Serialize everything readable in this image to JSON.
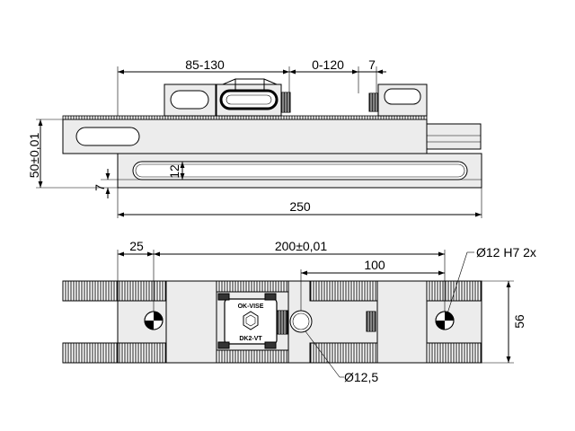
{
  "colors": {
    "line": "#000000",
    "body_fill": "#ececec",
    "jaw_fill": "#f4f4f4",
    "background": "#ffffff"
  },
  "side_view": {
    "dim_clamp_range": "85-130",
    "dim_jaw_travel": "0-120",
    "dim_offset": "7",
    "dim_height": "50±0,01",
    "dim_slot_width": "12",
    "dim_bottom_offset": "7",
    "dim_length": "250"
  },
  "top_view": {
    "dim_edge": "25",
    "dim_pin_spacing": "200±0,01",
    "dim_half": "100",
    "dim_pin_hole": "Ø12 H7 2x",
    "dim_center_hole": "Ø12,5",
    "dim_width": "56",
    "plate_text_top": "OK-VISE",
    "plate_text_bottom": "DK2-VT"
  }
}
